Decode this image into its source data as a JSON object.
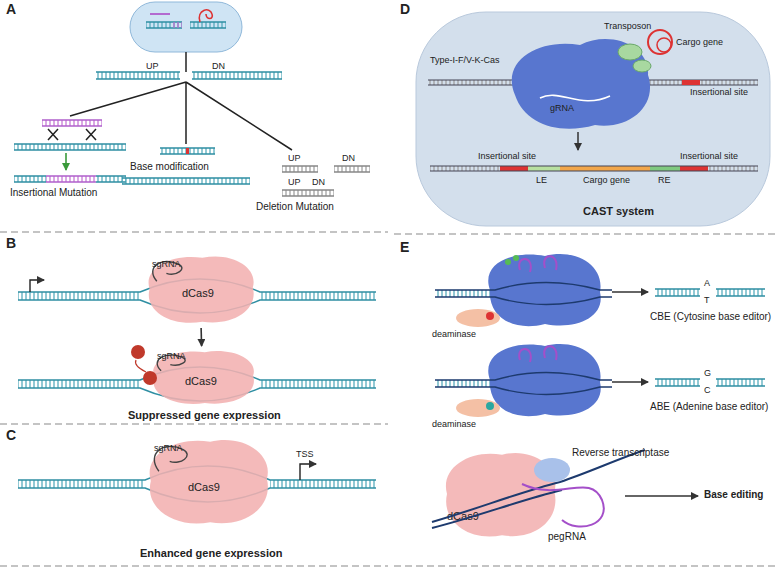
{
  "diagram": {
    "nodes": [
      {
        "text": [
          "sgRNA",
          "dCas9"
        ]
      },
      {
        "text": [
          "sgRNA",
          "dCas9"
        ]
      },
      {
        "text": [
          "sgRNA",
          "dCas9"
        ]
      },
      {
        "text": [
          "dCas9"
        ]
      }
    ],
    "edges": [
      {
        "from": 0,
        "to": 1,
        "arrow": "to"
      }
    ],
    "labels": [
      "A",
      "UP",
      "DN",
      "Insertional Mutation",
      "Base modification",
      "UP",
      "DN",
      "Deletion Mutation",
      "UP",
      "DN",
      "B",
      "Suppressed gene expression",
      "C",
      "TSS",
      "Enhanced gene expression",
      "D",
      "Transposon",
      "Cargo gene",
      "Type-I-F/V-K-Cas",
      "Insertional site",
      "gRNA",
      "Insertional site",
      "Insertional site",
      "LE",
      "Cargo gene",
      "RE",
      "CAST system",
      "E",
      "deaminase",
      "A",
      "T",
      "CBE (Cytosine base editor)",
      "deaminase",
      "G",
      "C",
      "ABE (Adenine base editor)",
      "Reverse transcriptase",
      "pegRNA",
      "Base editing"
    ]
  }
}
